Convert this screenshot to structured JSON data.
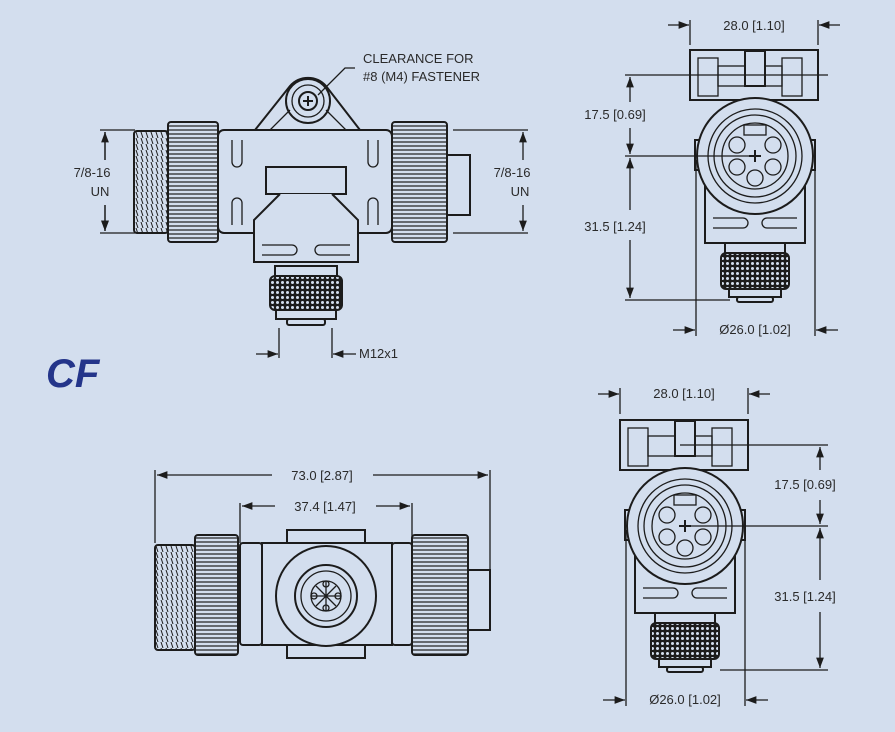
{
  "logo": "CF",
  "colors": {
    "background": "#d3deee",
    "line": "#1c1c1c",
    "logo": "#24358a"
  },
  "side_view": {
    "callout_line1": "CLEARANCE FOR",
    "callout_line2": "#8 (M4) FASTENER",
    "left_thread_line1": "7/8-16",
    "left_thread_line2": "UN",
    "right_thread_line1": "7/8-16",
    "right_thread_line2": "UN",
    "bottom_thread": "M12x1"
  },
  "end_view_top": {
    "width": "28.0 [1.10]",
    "height_upper": "17.5 [0.69]",
    "height_lower": "31.5 [1.24]",
    "diameter": "Ø26.0 [1.02]"
  },
  "front_view": {
    "overall_length": "73.0 [2.87]",
    "body_length": "37.4 [1.47]"
  },
  "end_view_bottom": {
    "width": "28.0 [1.10]",
    "height_upper": "17.5 [0.69]",
    "height_lower": "31.5 [1.24]",
    "diameter": "Ø26.0 [1.02]"
  }
}
